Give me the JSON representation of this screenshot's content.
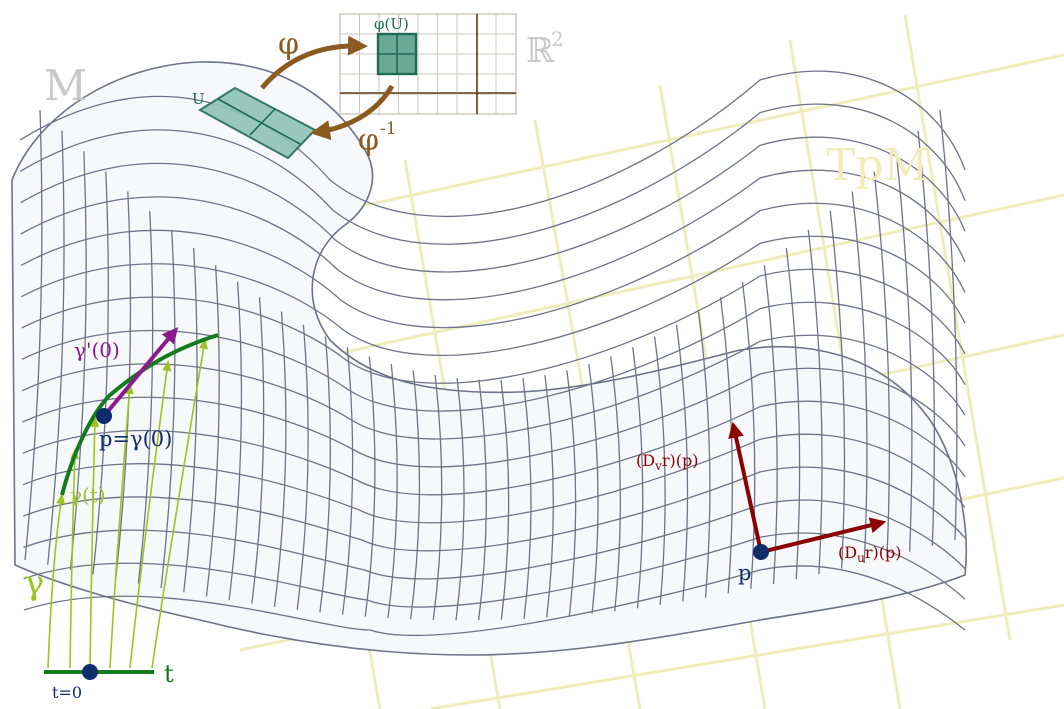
{
  "labels": {
    "manifold": "M",
    "tangent_plane": "TpM",
    "plane_r2": "ℝ",
    "plane_r2_exp": "2",
    "chart_map": "φ",
    "inverse_map": "φ",
    "inverse_exp": "-1",
    "chart_image": "φ(U)",
    "open_set": "U",
    "curve": "γ",
    "curve_point": "γ(t)",
    "velocity": "γ'(0)",
    "point_eq": "p=γ(0)",
    "param": "t",
    "param_origin": "t=0",
    "point_p": "p",
    "du_label": "(Dur)(p)",
    "du_main": "(D",
    "du_sub": "u",
    "du_tail": "r)(p)",
    "dv_main": "(D",
    "dv_sub": "v",
    "dv_tail": "r)(p)"
  },
  "colors": {
    "manifold_label": "#c8c8c8",
    "tangent_plane": "#eeedbb",
    "mesh": "#6d7388",
    "chart": "#1f6b54",
    "map": "#8a5a1e",
    "curve": "#157a1d",
    "arrows": "#9bc41e",
    "tangent": "#8c1a8c",
    "basis": "#8b0000",
    "point": "#0f2d6b"
  }
}
